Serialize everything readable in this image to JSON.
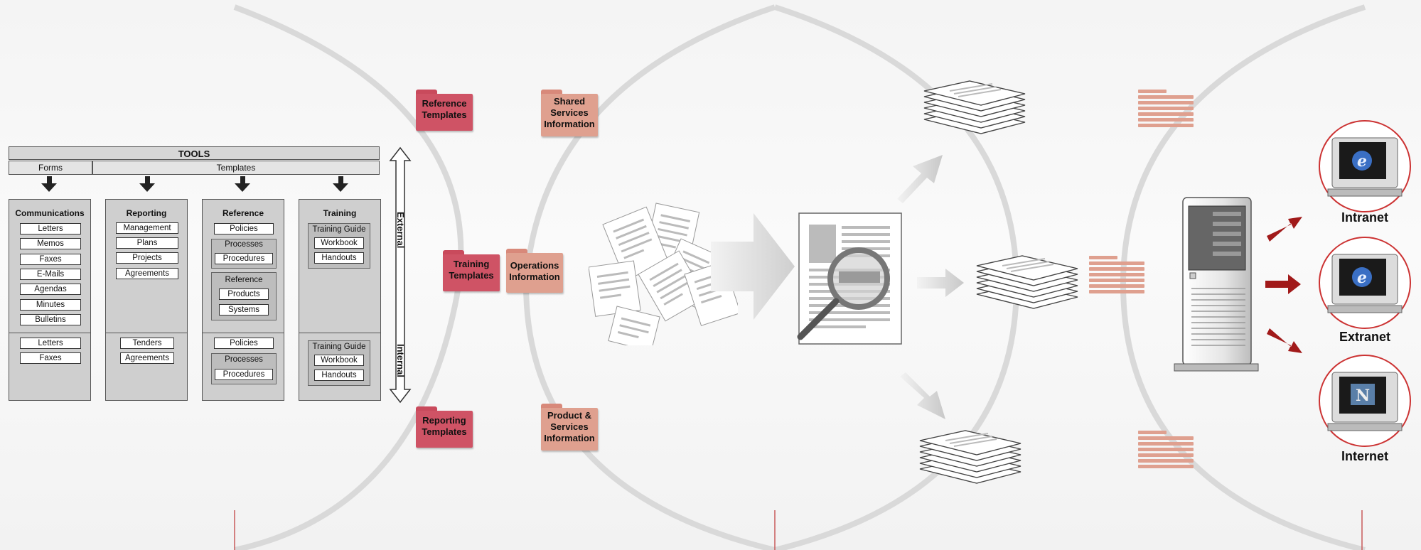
{
  "tools": {
    "title": "TOOLS",
    "forms_label": "Forms",
    "templates_label": "Templates",
    "external_label": "External",
    "internal_label": "Internal",
    "columns": {
      "communications": {
        "title": "Communications",
        "external": [
          "Letters",
          "Memos",
          "Faxes",
          "E-Mails",
          "Agendas",
          "Minutes",
          "Bulletins"
        ],
        "internal": [
          "Letters",
          "Faxes"
        ]
      },
      "reporting": {
        "title": "Reporting",
        "external": [
          "Management",
          "Plans",
          "Projects",
          "Agreements"
        ],
        "internal": [
          "Tenders",
          "Agreements"
        ]
      },
      "reference": {
        "title": "Reference",
        "ext_policies": "Policies",
        "ext_processes_group": "Processes",
        "ext_procedures": "Procedures",
        "ext_reference_group": "Reference",
        "ext_products": "Products",
        "ext_systems": "Systems",
        "int_policies": "Policies",
        "int_processes_group": "Processes",
        "int_procedures": "Procedures"
      },
      "training": {
        "title": "Training",
        "ext_group": "Training Guide",
        "ext_items": [
          "Workbook",
          "Handouts"
        ],
        "int_group": "Training Guide",
        "int_items": [
          "Workbook",
          "Handouts"
        ]
      }
    }
  },
  "folders": {
    "reference_templates": [
      "Reference",
      "Templates"
    ],
    "training_templates": [
      "Training",
      "Templates"
    ],
    "reporting_templates": [
      "Reporting",
      "Templates"
    ],
    "shared_services": [
      "Shared",
      "Services",
      "Information"
    ],
    "operations": [
      "Operations",
      "Information"
    ],
    "product_services": [
      "Product &",
      "Services",
      "Information"
    ]
  },
  "networks": {
    "intranet": "Intranet",
    "extranet": "Extranet",
    "internet": "Internet"
  },
  "icons": [
    "scattered-documents-icon",
    "magnifier-document-icon",
    "paper-stack-icon",
    "server-tower-icon",
    "ie-monitor-icon",
    "netscape-monitor-icon"
  ],
  "colors": {
    "red_folder": "#cf5365",
    "pink_folder": "#dfa08f",
    "arrow_red": "#a11a1a",
    "arc_gray": "#dcdcdc"
  }
}
